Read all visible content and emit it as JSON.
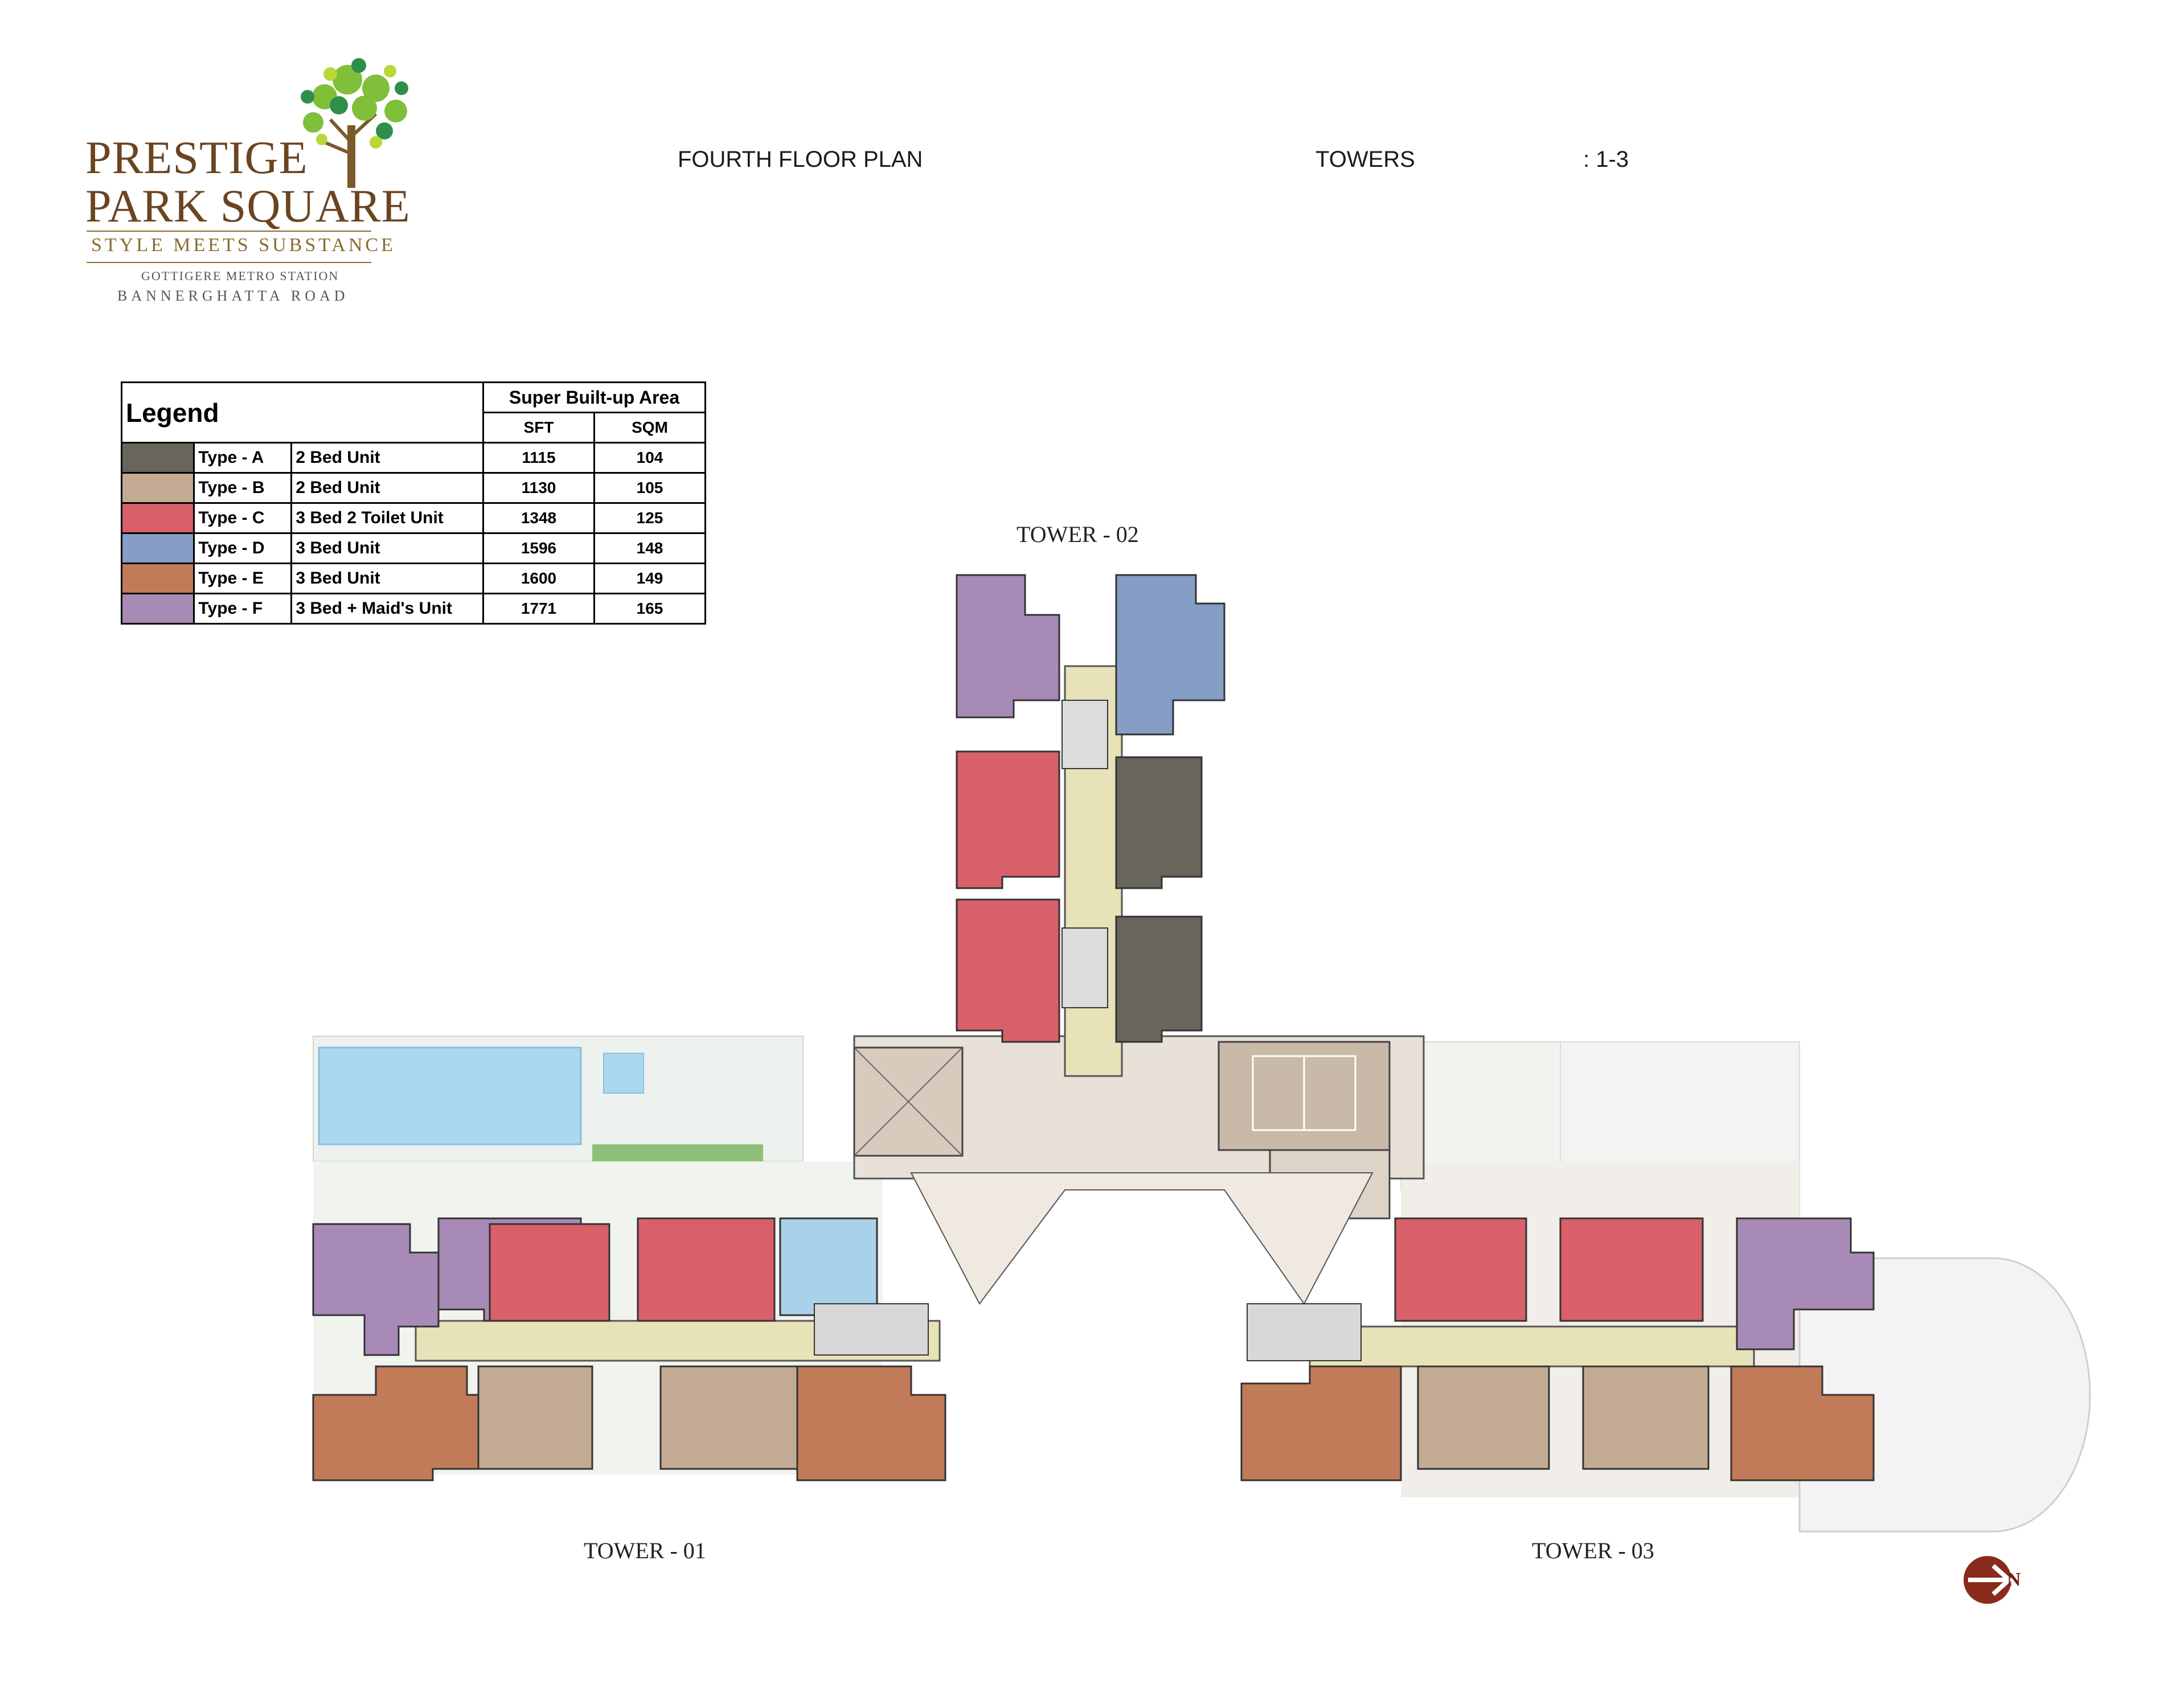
{
  "brand": {
    "line1": "PRESTIGE",
    "line2": "PARK SQUARE",
    "tagline": "STYLE MEETS SUBSTANCE",
    "location1": "GOTTIGERE METRO STATION",
    "location2": "BANNERGHATTA ROAD"
  },
  "header": {
    "plan_title": "FOURTH FLOOR PLAN",
    "towers_label": "TOWERS",
    "towers_value": ": 1-3"
  },
  "legend": {
    "title": "Legend",
    "area_header": "Super Built-up Area",
    "col_sft": "SFT",
    "col_sqm": "SQM",
    "rows": [
      {
        "type": "Type - A",
        "desc": "2 Bed Unit",
        "sft": "1115",
        "sqm": "104",
        "color": "#67655c"
      },
      {
        "type": "Type - B",
        "desc": "2 Bed Unit",
        "sft": "1130",
        "sqm": "105",
        "color": "#c3ab93"
      },
      {
        "type": "Type - C",
        "desc": "3 Bed 2 Toilet Unit",
        "sft": "1348",
        "sqm": "125",
        "color": "#d9606a"
      },
      {
        "type": "Type - D",
        "desc": "3 Bed Unit",
        "sft": "1596",
        "sqm": "148",
        "color": "#859ec5"
      },
      {
        "type": "Type - E",
        "desc": "3 Bed Unit",
        "sft": "1600",
        "sqm": "149",
        "color": "#c27b58"
      },
      {
        "type": "Type - F",
        "desc": "3 Bed + Maid's Unit",
        "sft": "1771",
        "sqm": "165",
        "color": "#a88ab7"
      }
    ]
  },
  "towers": {
    "t1": "TOWER - 01",
    "t2": "TOWER - 02",
    "t3": "TOWER - 03"
  },
  "compass": {
    "label": "N"
  }
}
